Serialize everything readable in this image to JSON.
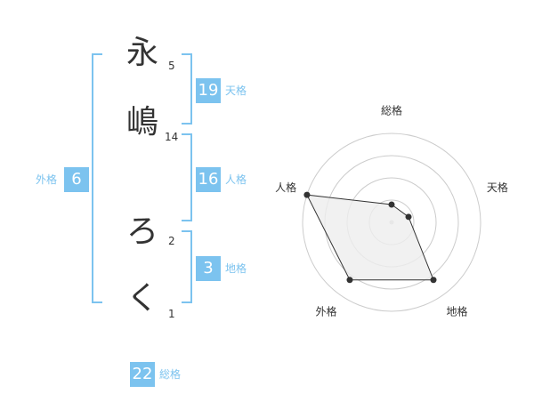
{
  "name_chars": [
    {
      "char": "永",
      "strokes": "5"
    },
    {
      "char": "嶋",
      "strokes": "14"
    },
    {
      "char": "ろ",
      "strokes": "2"
    },
    {
      "char": "く",
      "strokes": "1"
    }
  ],
  "kaku": {
    "ten": {
      "value": "19",
      "label": "天格"
    },
    "jin": {
      "value": "16",
      "label": "人格"
    },
    "chi": {
      "value": "3",
      "label": "地格"
    },
    "gai": {
      "value": "6",
      "label": "外格"
    },
    "soukaku": {
      "value": "22",
      "label": "総格"
    }
  },
  "chart_data": {
    "type": "radar",
    "axes": [
      "総格",
      "天格",
      "地格",
      "外格",
      "人格"
    ],
    "values": [
      1,
      1,
      4,
      4,
      5
    ],
    "rmax": 5,
    "rings": 4,
    "colors": {
      "fill": "#eeeeee",
      "stroke": "#333333",
      "grid": "#cccccc",
      "accent": "#7cc3ef"
    }
  }
}
